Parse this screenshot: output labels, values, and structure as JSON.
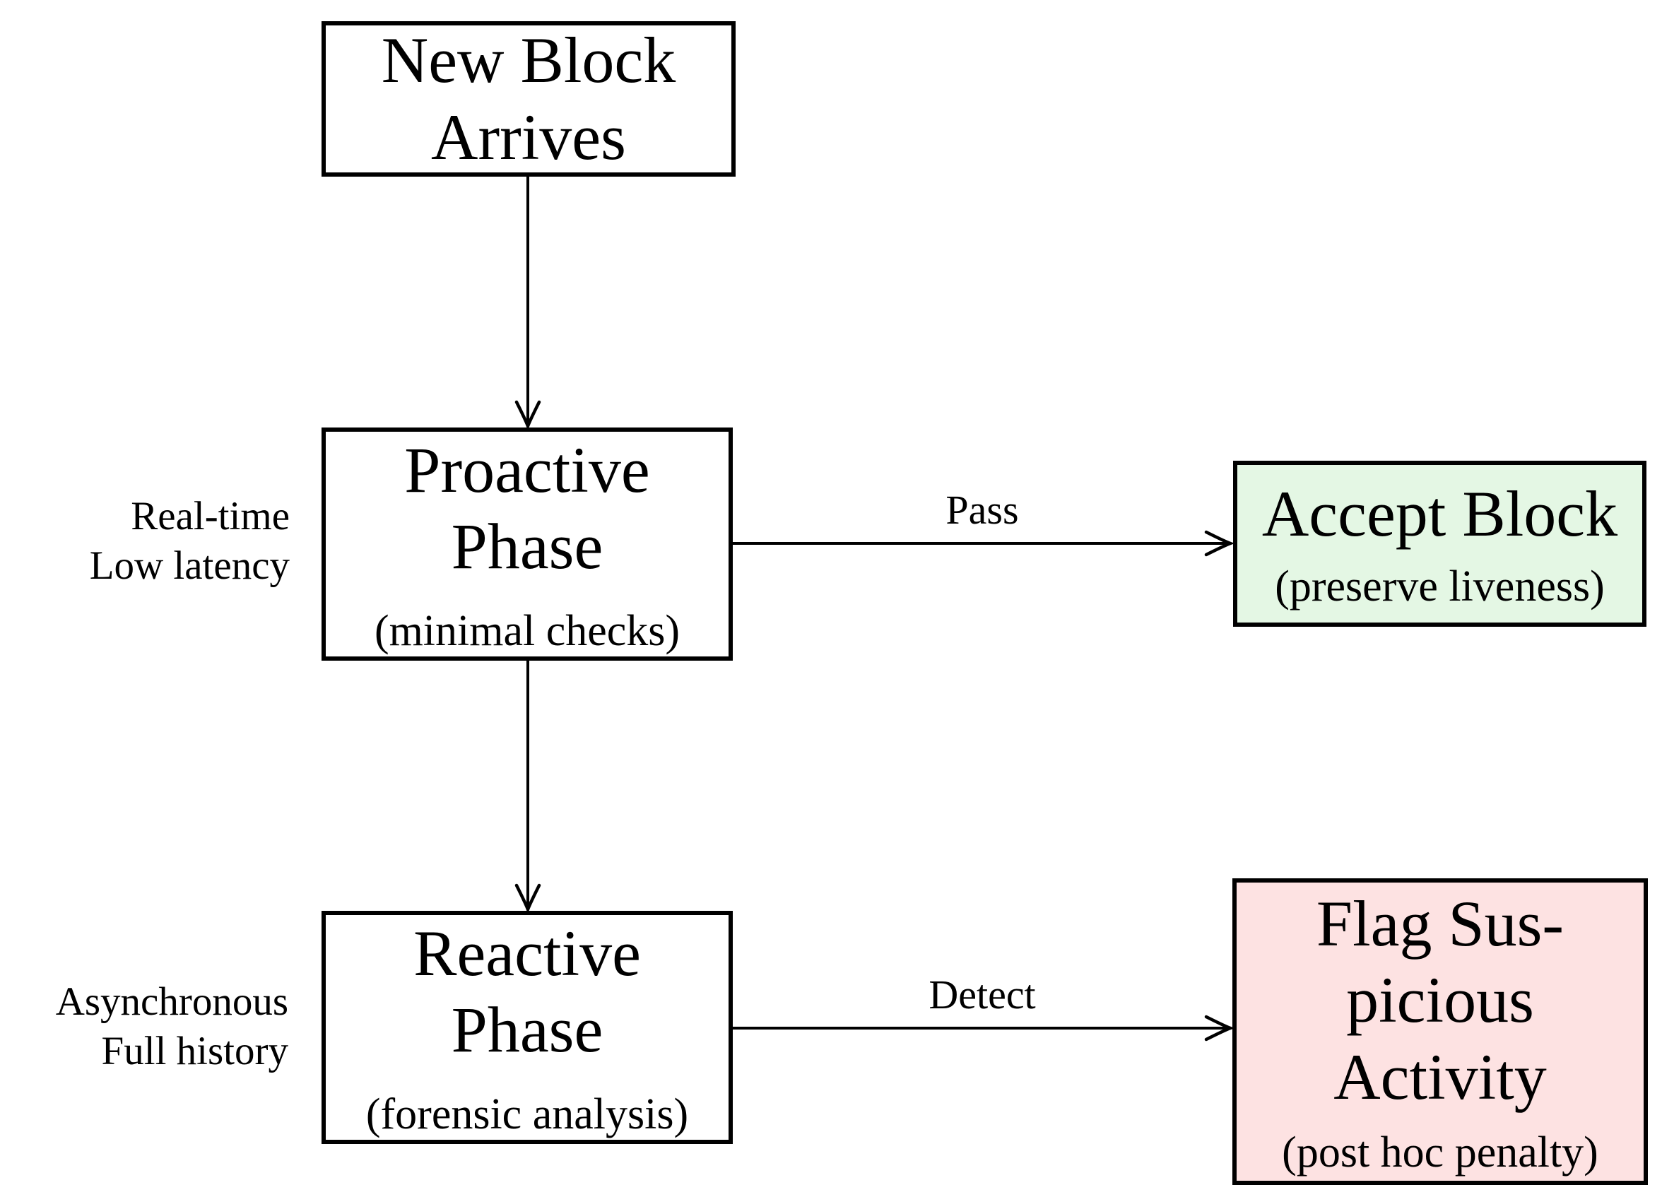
{
  "diagram": {
    "title_hint": "Two-phase block validation flowchart",
    "nodes": {
      "new_block": {
        "lines": [
          "New Block",
          "Arrives"
        ]
      },
      "proactive": {
        "lines": [
          "Proactive",
          "Phase"
        ],
        "subtitle": "(minimal checks)"
      },
      "reactive": {
        "lines": [
          "Reactive",
          "Phase"
        ],
        "subtitle": "(forensic analysis)"
      },
      "accept": {
        "lines": [
          "Accept Block"
        ],
        "subtitle": "(preserve liveness)",
        "fill": "#e4f7e4"
      },
      "flag": {
        "lines": [
          "Flag Sus-",
          "picious",
          "Activity"
        ],
        "subtitle": "(post hoc penalty)",
        "fill": "#fde2e2"
      }
    },
    "edges": {
      "new_to_proactive": {
        "label": ""
      },
      "proactive_to_reactive": {
        "label": ""
      },
      "pass": {
        "label": "Pass"
      },
      "detect": {
        "label": "Detect"
      }
    },
    "annotations": {
      "proactive_side": {
        "lines": [
          "Real-time",
          "Low latency"
        ]
      },
      "reactive_side": {
        "lines": [
          "Asynchronous",
          "Full history"
        ]
      }
    },
    "colors": {
      "stroke": "#000000",
      "text": "#000000",
      "background": "#ffffff",
      "accept_fill": "#e4f7e4",
      "flag_fill": "#fde2e2"
    }
  }
}
